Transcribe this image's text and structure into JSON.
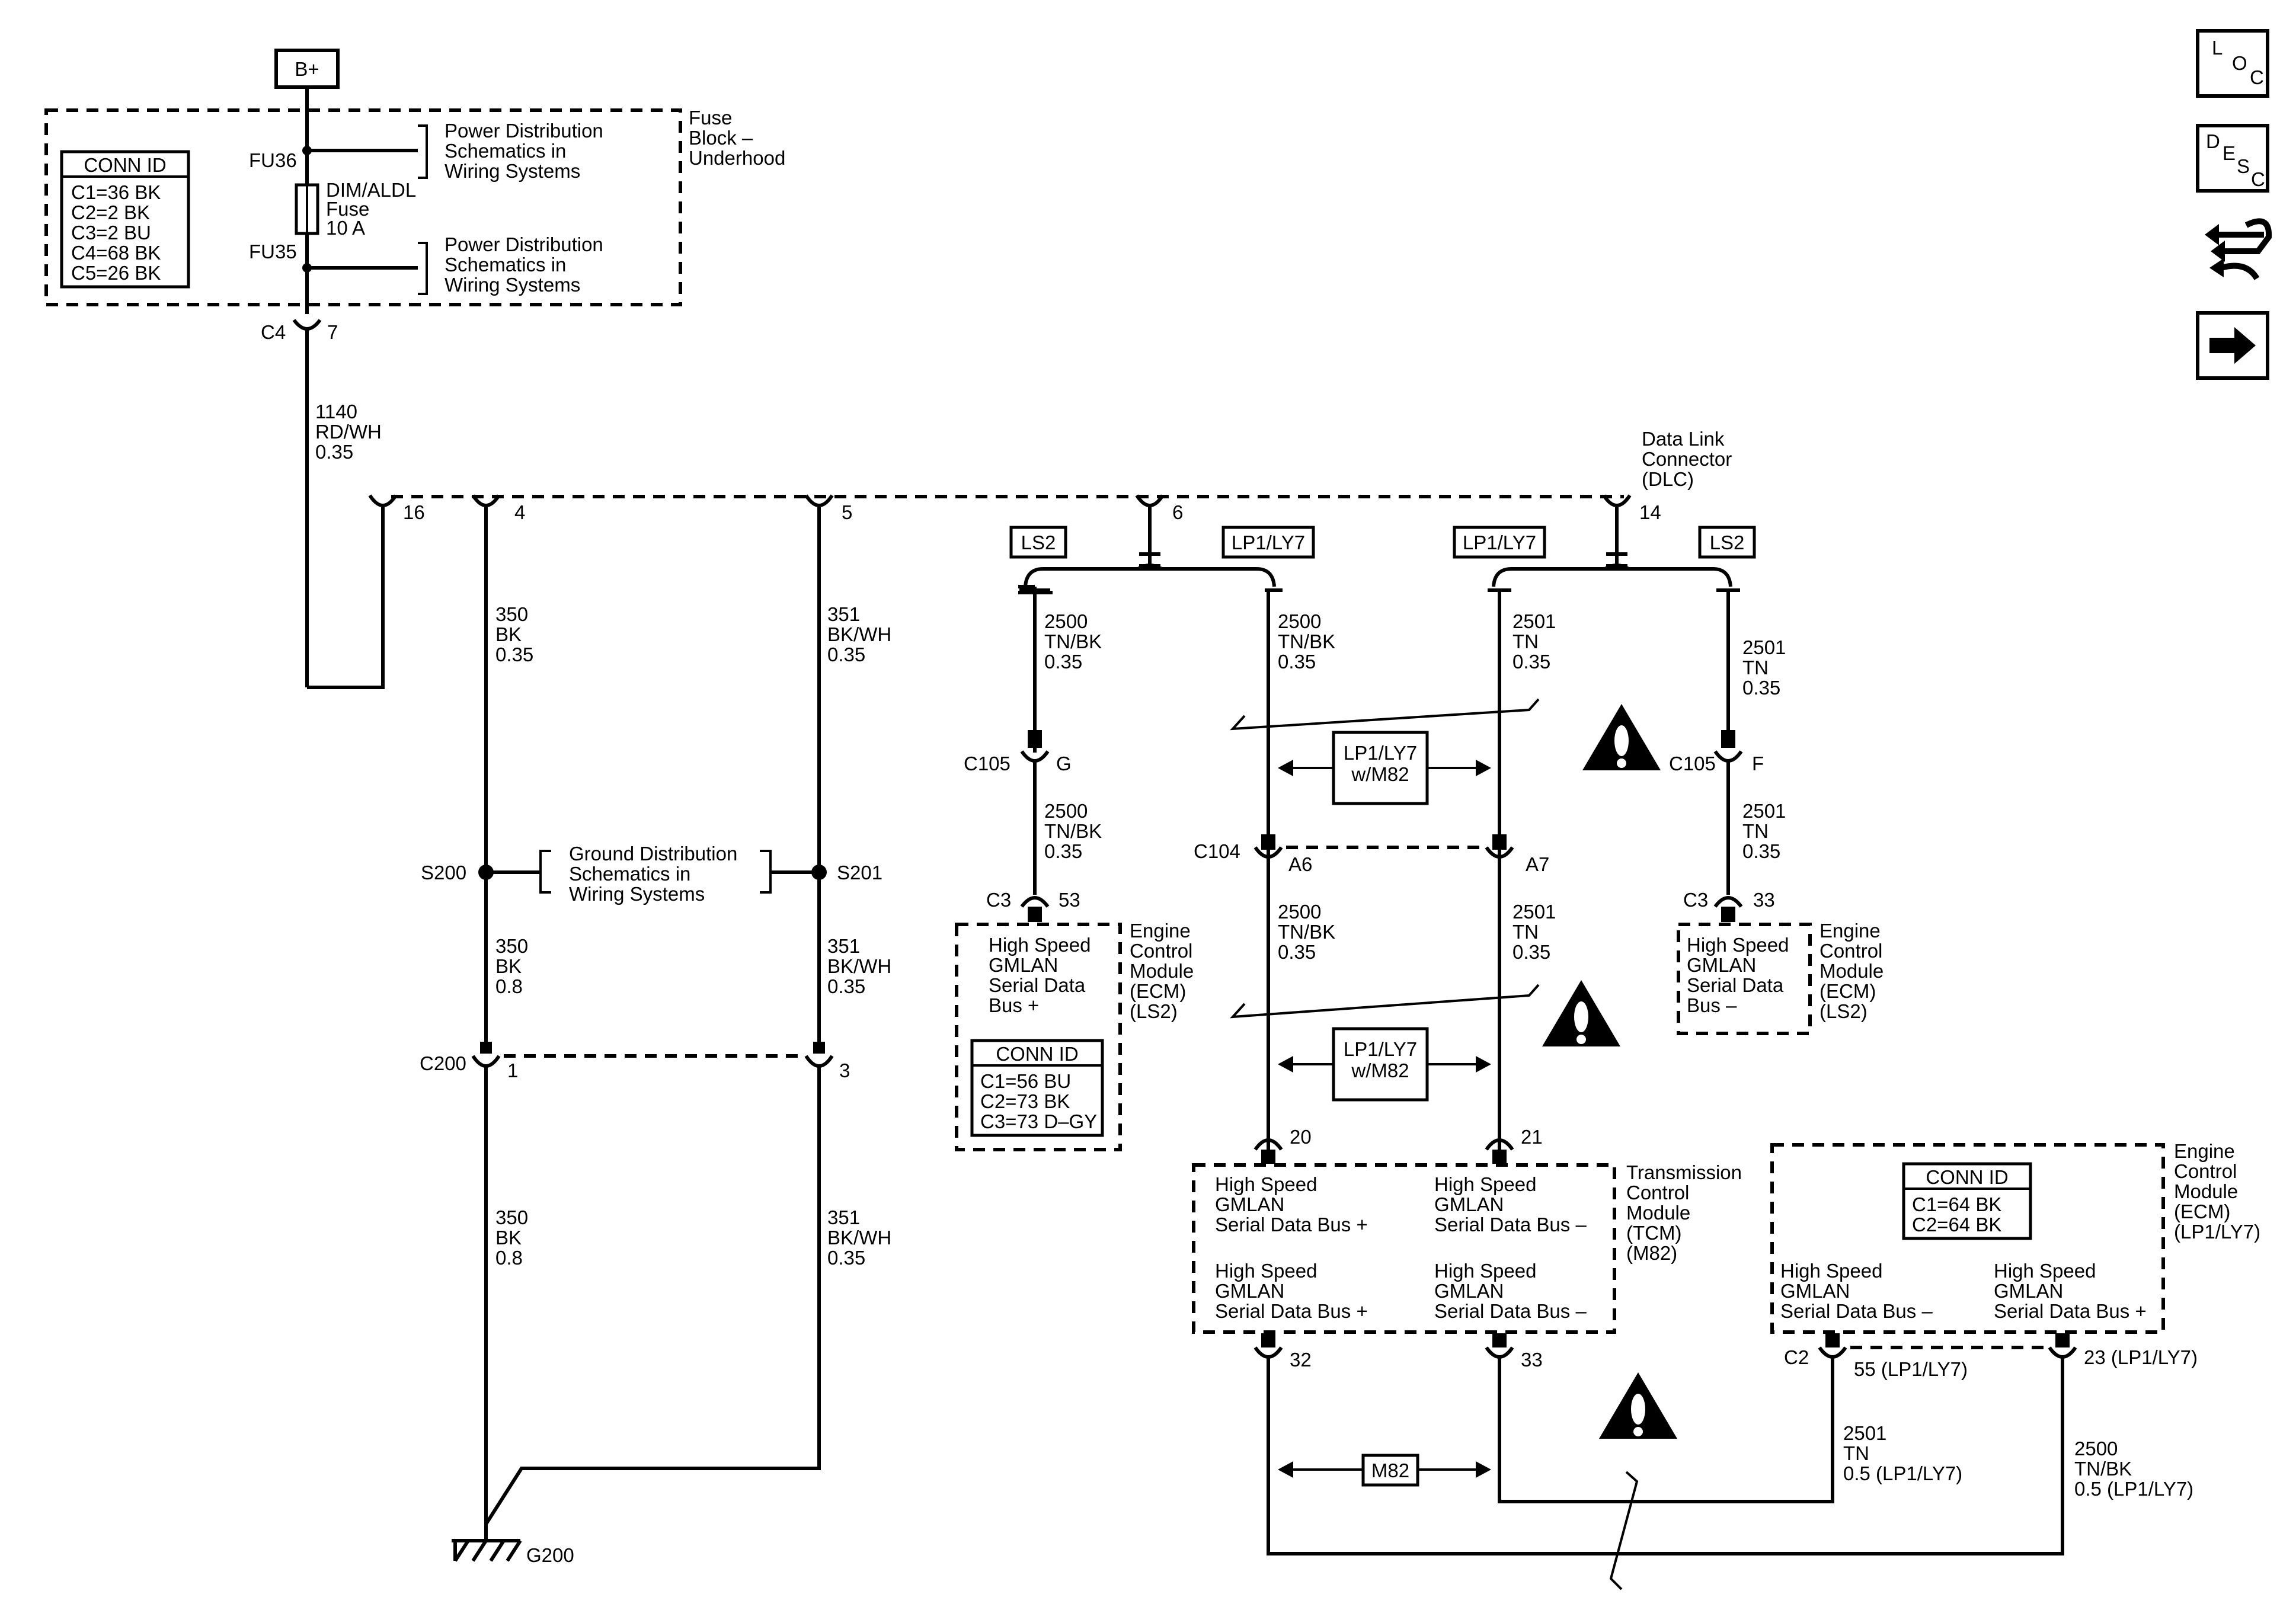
{
  "power": {
    "bplus": "B+",
    "fuse_block": [
      "Fuse",
      "Block –",
      "Underhood"
    ],
    "conn_id_title": "CONN ID",
    "conn_ids": [
      "C1=36 BK",
      "C2=2 BK",
      "C3=2 BU",
      "C4=68 BK",
      "C5=26 BK"
    ],
    "fu36": "FU36",
    "fu35": "FU35",
    "fuse": [
      "DIM/ALDL",
      "Fuse",
      "10 A"
    ],
    "pdist_ref_1": [
      "Power Distribution",
      "Schematics in",
      "Wiring Systems"
    ],
    "pdist_ref_2": [
      "Power Distribution",
      "Schematics in",
      "Wiring Systems"
    ],
    "c4": "C4",
    "c4_pin": "7",
    "wire_1140": [
      "1140",
      "RD/WH",
      "0.35"
    ]
  },
  "dlc": {
    "label": [
      "Data Link",
      "Connector",
      "(DLC)"
    ],
    "pins": [
      "16",
      "4",
      "5",
      "6",
      "14"
    ]
  },
  "ground": {
    "wire_350a": [
      "350",
      "BK",
      "0.35"
    ],
    "wire_351a": [
      "351",
      "BK/WH",
      "0.35"
    ],
    "s200": "S200",
    "s201": "S201",
    "gdist_ref": [
      "Ground Distribution",
      "Schematics in",
      "Wiring Systems"
    ],
    "wire_350b": [
      "350",
      "BK",
      "0.8"
    ],
    "wire_351b": [
      "351",
      "BK/WH",
      "0.35"
    ],
    "c200": "C200",
    "c200_pins": [
      "1",
      "3"
    ],
    "wire_350c": [
      "350",
      "BK",
      "0.8"
    ],
    "wire_351c": [
      "351",
      "BK/WH",
      "0.35"
    ],
    "g200": "G200"
  },
  "options": {
    "ls2_a": "LS2",
    "lp1_a": "LP1/LY7",
    "lp1_b": "LP1/LY7",
    "ls2_b": "LS2",
    "lp1_m82_a": [
      "LP1/LY7",
      "w/M82"
    ],
    "lp1_m82_b": [
      "LP1/LY7",
      "w/M82"
    ],
    "m82": "M82"
  },
  "wires": {
    "w2500_ls2": [
      "2500",
      "TN/BK",
      "0.35"
    ],
    "w2500_lp1": [
      "2500",
      "TN/BK",
      "0.35"
    ],
    "w2501_lp1": [
      "2501",
      "TN",
      "0.35"
    ],
    "w2501_ls2": [
      "2501",
      "TN",
      "0.35"
    ],
    "w2500_ls2_b": [
      "2500",
      "TN/BK",
      "0.35"
    ],
    "w2501_ls2_b": [
      "2501",
      "TN",
      "0.35"
    ],
    "w2500_lp1_b": [
      "2500",
      "TN/BK",
      "0.35"
    ],
    "w2501_lp1_b": [
      "2501",
      "TN",
      "0.35"
    ],
    "w2501_ecm": [
      "2501",
      "TN",
      "0.5 (LP1/LY7)"
    ],
    "w2500_ecm": [
      "2500",
      "TN/BK",
      "0.5 (LP1/LY7)"
    ]
  },
  "connectors": {
    "c105_g": "C105",
    "c105_g_pin": "G",
    "c105_f": "C105",
    "c105_f_pin": "F",
    "c104": "C104",
    "c104_pins": [
      "A6",
      "A7"
    ],
    "c3_53": "C3",
    "c3_53_pin": "53",
    "c3_33": "C3",
    "c3_33_pin": "33"
  },
  "ecm_ls2_plus": {
    "text": [
      "High Speed",
      "GMLAN",
      "Serial Data",
      "Bus +"
    ],
    "name": [
      "Engine",
      "Control",
      "Module",
      "(ECM)",
      "(LS2)"
    ],
    "conn_id_title": "CONN ID",
    "conn_ids": [
      "C1=56 BU",
      "C2=73 BK",
      "C3=73 D–GY"
    ]
  },
  "ecm_ls2_minus": {
    "text": [
      "High Speed",
      "GMLAN",
      "Serial Data",
      "Bus –"
    ],
    "name": [
      "Engine",
      "Control",
      "Module",
      "(ECM)",
      "(LS2)"
    ]
  },
  "tcm": {
    "pin_top_left": "20",
    "pin_top_right": "21",
    "tl": [
      "High Speed",
      "GMLAN",
      "Serial Data Bus +"
    ],
    "tr": [
      "High Speed",
      "GMLAN",
      "Serial Data Bus –"
    ],
    "bl": [
      "High Speed",
      "GMLAN",
      "Serial Data Bus +"
    ],
    "br": [
      "High Speed",
      "GMLAN",
      "Serial Data Bus –"
    ],
    "name": [
      "Transmission",
      "Control",
      "Module",
      "(TCM)",
      "(M82)"
    ],
    "pin_bottom_left": "32",
    "pin_bottom_right": "33"
  },
  "ecm_lp1": {
    "conn_id_title": "CONN ID",
    "conn_ids": [
      "C1=64 BK",
      "C2=64 BK"
    ],
    "left": [
      "High Speed",
      "GMLAN",
      "Serial Data Bus –"
    ],
    "right": [
      "High Speed",
      "GMLAN",
      "Serial Data Bus +"
    ],
    "name": [
      "Engine",
      "Control",
      "Module",
      "(ECM)",
      "(LP1/LY7)"
    ],
    "c2": "C2",
    "pin_left": "55 (LP1/LY7)",
    "pin_right": "23 (LP1/LY7)"
  },
  "nav": {
    "loc": [
      "L",
      "O",
      "C"
    ],
    "desc": [
      "D",
      "E",
      "S",
      "C"
    ]
  }
}
